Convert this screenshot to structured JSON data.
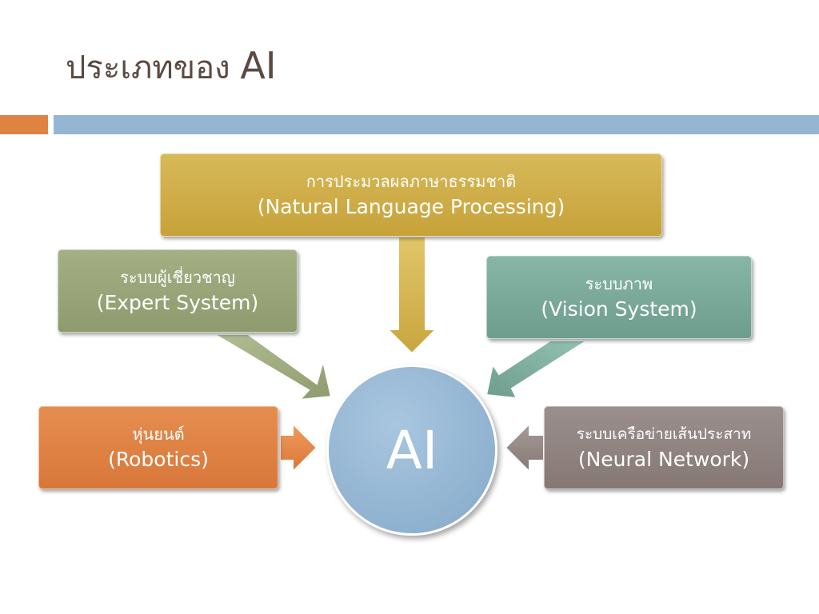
{
  "title": {
    "thai": "ประเภทของ",
    "ai": "AI"
  },
  "center": {
    "label": "AI"
  },
  "nodes": {
    "nlp": {
      "thai": "การประมวลผลภาษาธรรมชาติ",
      "english": "(Natural Language Processing)"
    },
    "expert": {
      "thai": "ระบบผู้เชี่ยวชาญ",
      "english": "(Expert System)"
    },
    "vision": {
      "thai": "ระบบภาพ",
      "english": "(Vision System)"
    },
    "robotics": {
      "thai": "หุ่นยนต์",
      "english": "(Robotics)"
    },
    "neural": {
      "thai": "ระบบเครือข่ายเส้นประสาท",
      "english": "(Neural Network)"
    }
  },
  "colors": {
    "nlp": "#d1b14e",
    "expert": "#9aa57a",
    "vision": "#7aab9b",
    "robotics": "#df8343",
    "neural": "#928583",
    "center": "#94b6d2",
    "title_text": "#5a4a42"
  }
}
